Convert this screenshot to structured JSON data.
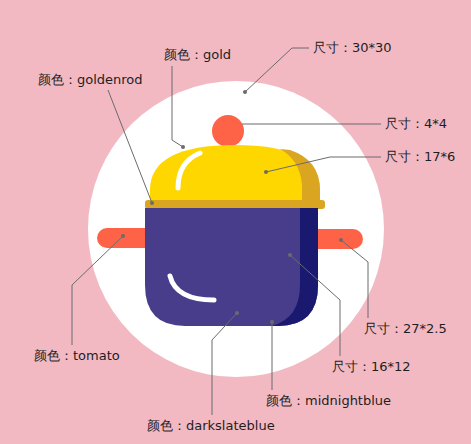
{
  "diagram": {
    "labels": [
      "颜色：gold",
      "尺寸：30*30",
      "颜色：goldenrod",
      "尺寸：4*4",
      "尺寸：17*6",
      "尺寸：27*2.5",
      "尺寸：16*12",
      "颜色：tomato",
      "颜色：midnightblue",
      "颜色：darkslateblue"
    ]
  }
}
